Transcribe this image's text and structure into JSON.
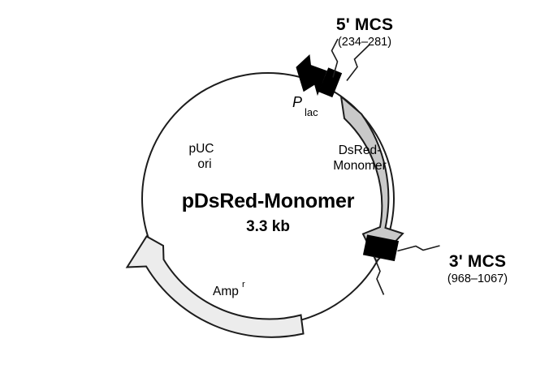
{
  "figure": {
    "kind": "plasmid-map",
    "title": "pDsRed-Monomer",
    "size": "3.3 kb"
  },
  "center": {
    "name_label": "pDsRed-Monomer",
    "size_label": "3.3 kb"
  },
  "callouts": {
    "mcs5": {
      "heading": "5' MCS",
      "range": "(234–281)"
    },
    "mcs3": {
      "heading": "3' MCS",
      "range": "(968–1067)"
    }
  },
  "features": {
    "promoter": {
      "symbol": "P",
      "subscript": "lac",
      "color": "#000000"
    },
    "reporter": {
      "line1": "DsRed-",
      "line2": "Monomer",
      "color": "#c9c9c9"
    },
    "origin": {
      "line1": "pUC",
      "line2": "ori"
    },
    "resistance": {
      "base": "Amp",
      "superscript": "r",
      "color": "#ececec"
    },
    "mcs5_box": {
      "label": "5' MCS box",
      "color": "#000000"
    },
    "mcs3_box": {
      "label": "3' MCS box",
      "color": "#000000"
    }
  },
  "colors": {
    "backbone": "#1c1c1c",
    "gray_feature": "#c9c9c9",
    "light_feature": "#ececec",
    "black_feature": "#000000",
    "background": "#ffffff"
  }
}
